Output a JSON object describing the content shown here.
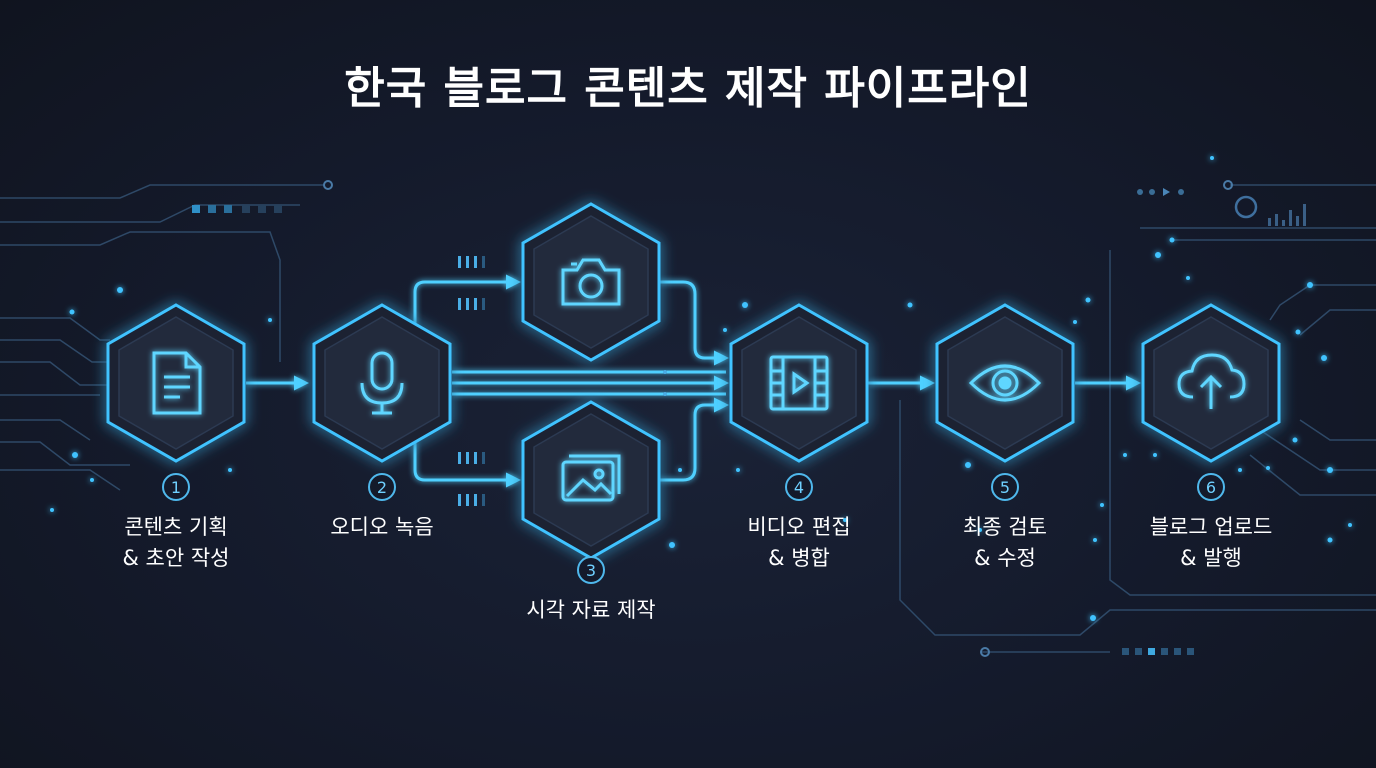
{
  "title": "한국 블로그 콘텐츠 제작 파이프라인",
  "colors": {
    "background": "#141a2b",
    "accent": "#3fc3ff",
    "glow": "#1e90ff",
    "node_fill": "#1c2233",
    "circuit": "#3a5f86"
  },
  "steps": [
    {
      "number": "1",
      "icon": "document-icon",
      "lines": [
        "콘텐츠 기획",
        "& 초안 작성"
      ]
    },
    {
      "number": "2",
      "icon": "microphone-icon",
      "lines": [
        "오디오 녹음"
      ]
    },
    {
      "number": "3",
      "icon": "camera-icon",
      "lines": [
        "시각 자료 제작"
      ]
    },
    {
      "number": "4",
      "icon": "film-strip-icon",
      "lines": [
        "비디오 편집",
        "& 병합"
      ]
    },
    {
      "number": "5",
      "icon": "eye-icon",
      "lines": [
        "최종 검토",
        "& 수정"
      ]
    },
    {
      "number": "6",
      "icon": "cloud-upload-icon",
      "lines": [
        "블로그 업로드",
        "& 발행"
      ]
    }
  ],
  "extra_icons": [
    "image-icon"
  ]
}
